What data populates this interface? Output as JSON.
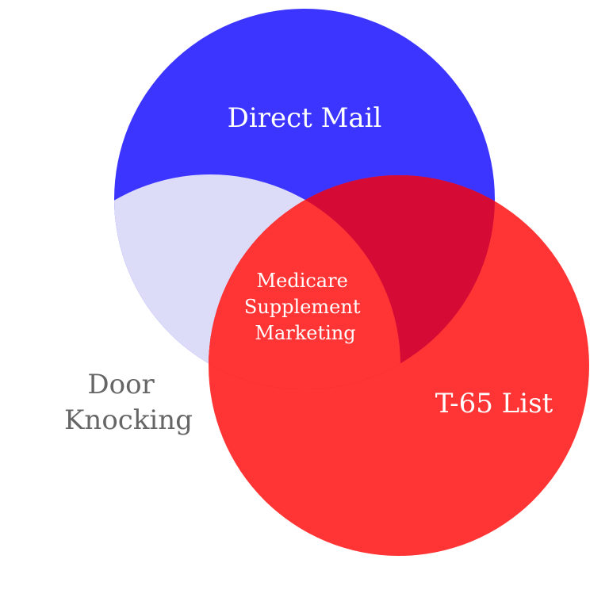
{
  "diagram": {
    "sets": {
      "direct_mail": {
        "label": "Direct Mail",
        "color": "#3c35ff"
      },
      "t65_list": {
        "label": "T-65 List",
        "color": "#ff3535"
      },
      "door_knocking": {
        "label": [
          "Door",
          "Knocking"
        ],
        "color": "#dcdbf8"
      }
    },
    "overlaps": {
      "direct_mail_t65": {
        "color": "#d50b36"
      },
      "all": {
        "label": [
          "Medicare",
          "Supplement",
          "Marketing"
        ],
        "color": "#ff3535"
      }
    },
    "label_colors": {
      "on_dark": "#ffffff",
      "on_light": "#666666"
    }
  }
}
